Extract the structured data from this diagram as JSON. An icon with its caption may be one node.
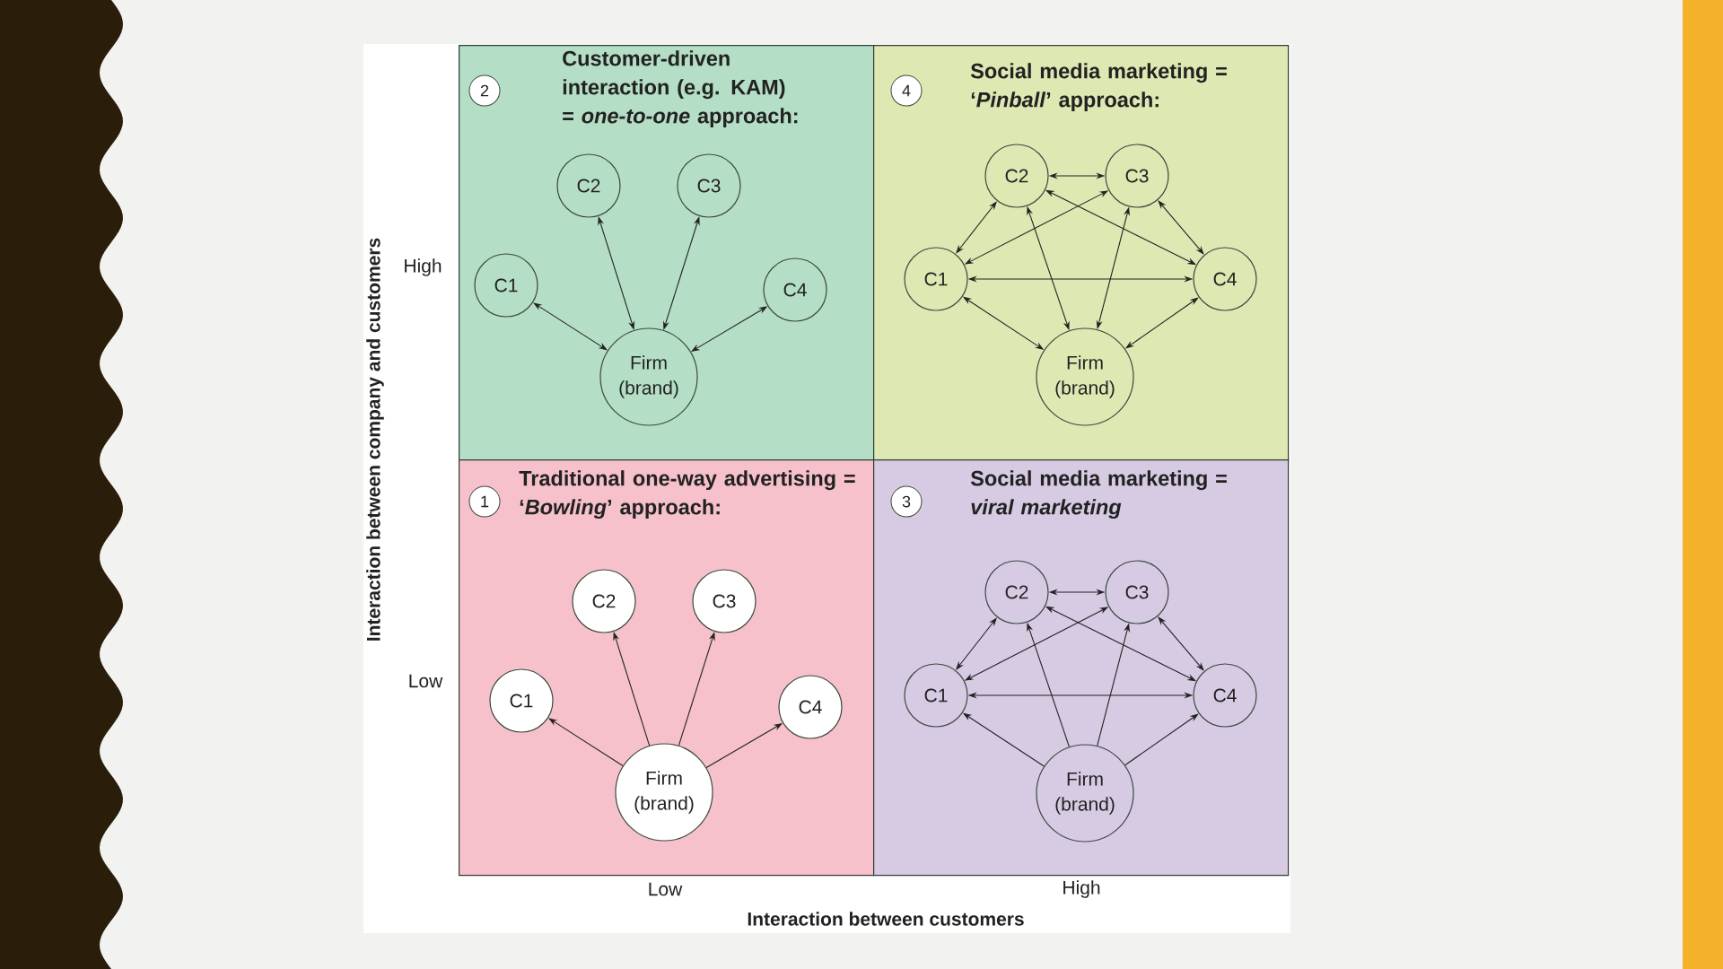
{
  "diagram": {
    "nodes": [
      {
        "text": [
          "Customer-driven interaction (e.g. KAM) = *one-to-one* approach:"
        ]
      },
      {
        "text": [
          "2"
        ],
        "in": 0
      },
      {
        "text": [
          "C2"
        ],
        "in": 0
      },
      {
        "text": [
          "C3"
        ],
        "in": 0
      },
      {
        "text": [
          "C1"
        ],
        "in": 0
      },
      {
        "text": [
          "C4"
        ],
        "in": 0
      },
      {
        "text": [
          "Firm (brand)"
        ],
        "in": 0
      },
      {
        "text": [
          "Social media marketing = ‘*Pinball*’ approach:"
        ]
      },
      {
        "text": [
          "4"
        ],
        "in": 7
      },
      {
        "text": [
          "C2"
        ],
        "in": 7
      },
      {
        "text": [
          "C3"
        ],
        "in": 7
      },
      {
        "text": [
          "C1"
        ],
        "in": 7
      },
      {
        "text": [
          "C4"
        ],
        "in": 7
      },
      {
        "text": [
          "Firm (brand)"
        ],
        "in": 7
      },
      {
        "text": [
          "Traditional one-way advertising = ‘*Bowling*’ approach:"
        ]
      },
      {
        "text": [
          "1"
        ],
        "in": 14
      },
      {
        "text": [
          "C2"
        ],
        "in": 14
      },
      {
        "text": [
          "C3"
        ],
        "in": 14
      },
      {
        "text": [
          "C1"
        ],
        "in": 14
      },
      {
        "text": [
          "C4"
        ],
        "in": 14
      },
      {
        "text": [
          "Firm (brand)"
        ],
        "in": 14
      },
      {
        "text": [
          "Social media marketing = *viral marketing*"
        ]
      },
      {
        "text": [
          "3"
        ],
        "in": 21
      },
      {
        "text": [
          "C2"
        ],
        "in": 21
      },
      {
        "text": [
          "C3"
        ],
        "in": 21
      },
      {
        "text": [
          "C1"
        ],
        "in": 21
      },
      {
        "text": [
          "C4"
        ],
        "in": 21
      },
      {
        "text": [
          "Firm (brand)"
        ],
        "in": 21
      }
    ],
    "edges": [
      {
        "from": 6,
        "to": 4,
        "arrow": "both"
      },
      {
        "from": 6,
        "to": 2,
        "arrow": "both"
      },
      {
        "from": 6,
        "to": 3,
        "arrow": "both"
      },
      {
        "from": 6,
        "to": 5,
        "arrow": "both"
      },
      {
        "from": 9,
        "to": 10,
        "arrow": "both"
      },
      {
        "from": 11,
        "to": 9,
        "arrow": "both"
      },
      {
        "from": 11,
        "to": 10,
        "arrow": "both"
      },
      {
        "from": 9,
        "to": 12,
        "arrow": "both"
      },
      {
        "from": 10,
        "to": 12,
        "arrow": "both"
      },
      {
        "from": 11,
        "to": 12,
        "arrow": "both"
      },
      {
        "from": 13,
        "to": 9,
        "arrow": "both"
      },
      {
        "from": 13,
        "to": 10,
        "arrow": "both"
      },
      {
        "from": 13,
        "to": 11,
        "arrow": "both"
      },
      {
        "from": 13,
        "to": 12,
        "arrow": "both"
      },
      {
        "from": 20,
        "to": 18,
        "arrow": "to"
      },
      {
        "from": 20,
        "to": 16,
        "arrow": "to"
      },
      {
        "from": 20,
        "to": 17,
        "arrow": "to"
      },
      {
        "from": 20,
        "to": 19,
        "arrow": "to"
      },
      {
        "from": 23,
        "to": 24,
        "arrow": "both"
      },
      {
        "from": 25,
        "to": 23,
        "arrow": "both"
      },
      {
        "from": 25,
        "to": 24,
        "arrow": "both"
      },
      {
        "from": 23,
        "to": 26,
        "arrow": "both"
      },
      {
        "from": 24,
        "to": 26,
        "arrow": "both"
      },
      {
        "from": 25,
        "to": 26,
        "arrow": "both"
      },
      {
        "from": 27,
        "to": 25,
        "arrow": "to"
      },
      {
        "from": 27,
        "to": 23,
        "arrow": "to"
      },
      {
        "from": 27,
        "to": 24,
        "arrow": "to"
      },
      {
        "from": 27,
        "to": 26,
        "arrow": "to"
      }
    ],
    "labels": [
      "Interaction between company and customers",
      "High",
      "Low",
      "Low",
      "High",
      "Interaction between customers"
    ]
  }
}
